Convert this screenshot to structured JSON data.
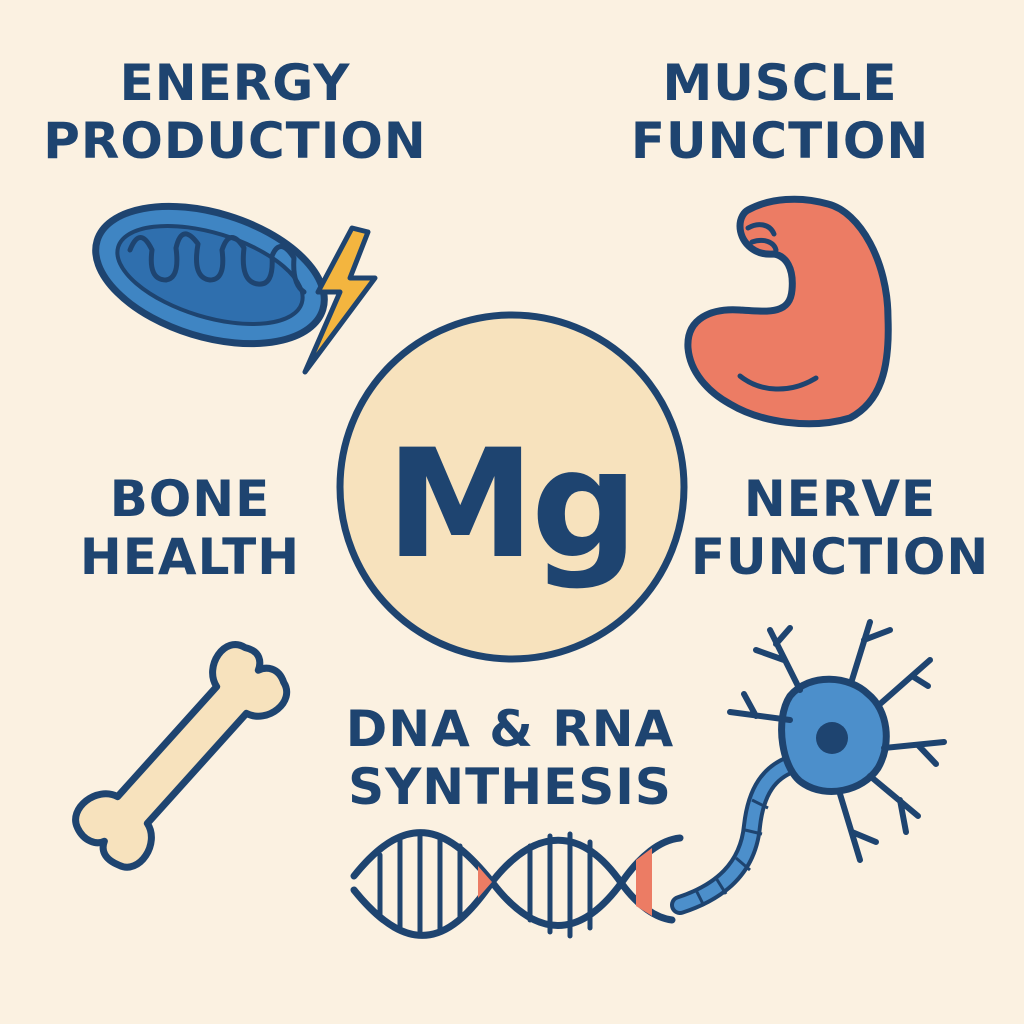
{
  "center": {
    "symbol": "Mg"
  },
  "topics": {
    "energy": {
      "line1": "ENERGY",
      "line2": "PRODUCTION"
    },
    "muscle": {
      "line1": "MUSCLE",
      "line2": "FUNCTION"
    },
    "bone": {
      "line1": "BONE",
      "line2": "HEALTH"
    },
    "nerve": {
      "line1": "NERVE",
      "line2": "FUNCTION"
    },
    "dna": {
      "line1": "DNA & RNA",
      "line2": "SYNTHESIS"
    }
  },
  "icons": [
    "mitochondria-icon",
    "lightning-bolt-icon",
    "flexed-arm-icon",
    "bone-icon",
    "neuron-icon",
    "dna-helix-icon"
  ],
  "colors": {
    "background": "#fbf1e1",
    "ink": "#1e4470",
    "center_fill": "#f7e2bd",
    "mito_fill": "#3f85c3",
    "bolt": "#f3b53f",
    "muscle": "#ec7c64",
    "bone": "#f7e2bd",
    "neuron": "#4c8fcb",
    "dna_accent": "#ec7c64"
  }
}
